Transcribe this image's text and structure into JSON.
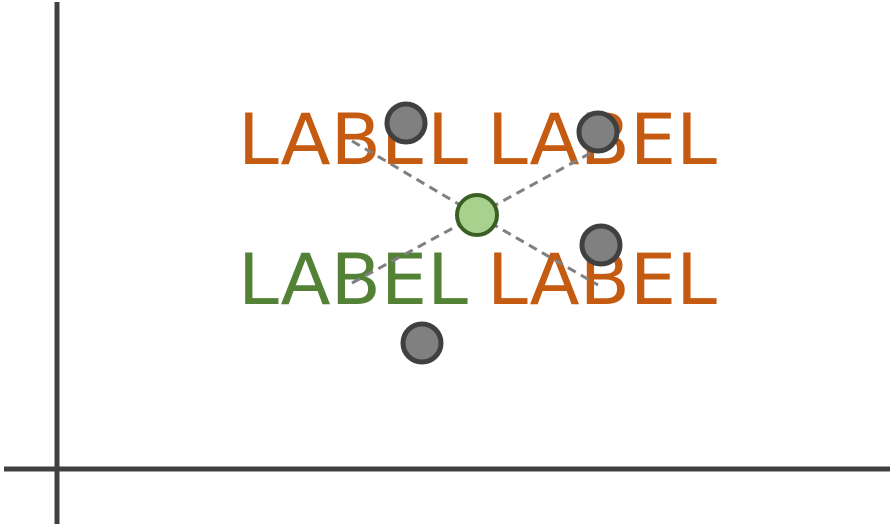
{
  "labels": {
    "top_left": "LABEL",
    "top_right": "LABEL",
    "bottom_left": "LABEL",
    "bottom_right": "LABEL"
  },
  "colors": {
    "axis": "#404040",
    "label_orange": "#c55a11",
    "label_green": "#538135",
    "dash_line": "#808080",
    "center_point_fill": "#a9d18e",
    "center_point_stroke": "#3a5f25",
    "point_fill": "#808080",
    "point_stroke": "#404040"
  }
}
